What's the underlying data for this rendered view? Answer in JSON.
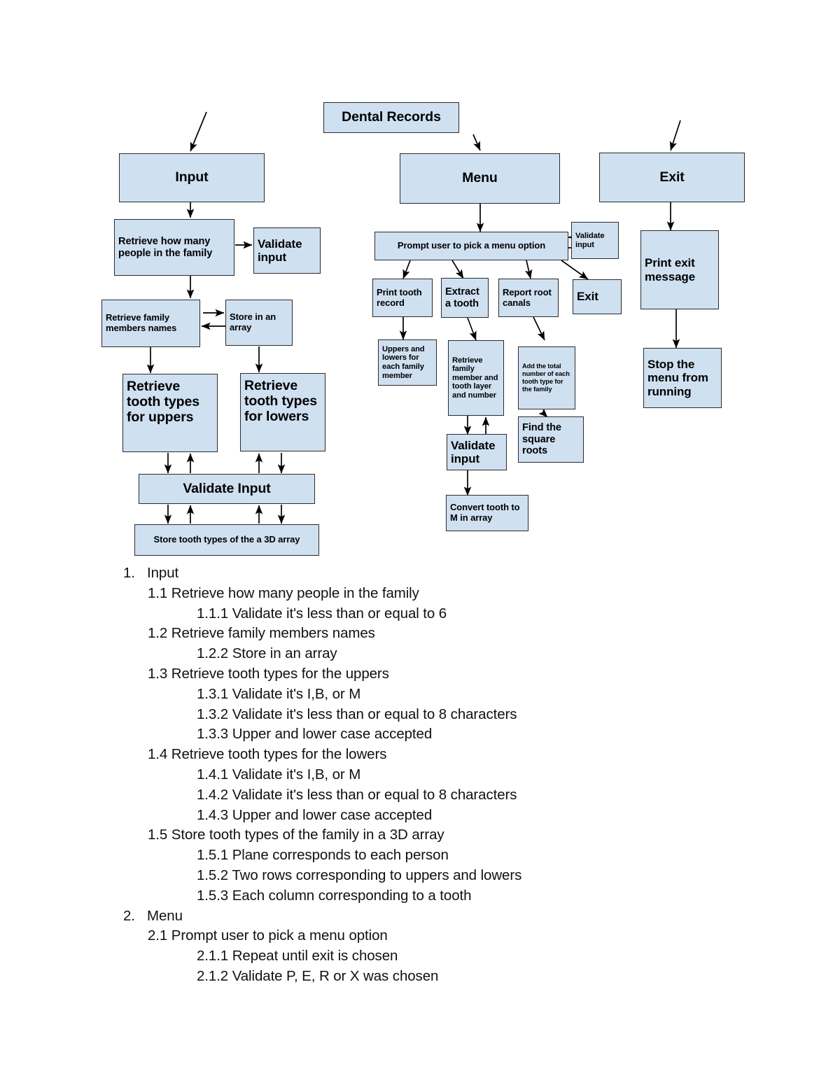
{
  "document": {
    "type": "flowchart-with-outline",
    "title_box": "Dental Records",
    "palette": {
      "box_fill": "#cfe0f1",
      "box_border": "#2b2b2b",
      "arrow": "#000000",
      "page_background": "#ffffff",
      "text": "#000000"
    }
  },
  "diagram": {
    "nodes": {
      "dental_records": "Dental Records",
      "input": "Input",
      "menu": "Menu",
      "exit_top": "Exit",
      "retrieve_how_many": "Retrieve how many people in the family",
      "validate_input_1": "Validate input",
      "retrieve_family_names": "Retrieve family members names",
      "store_in_array": "Store in an array",
      "retrieve_uppers": "Retrieve tooth types for uppers",
      "retrieve_lowers": "Retrieve tooth types for lowers",
      "validate_input_2": "Validate Input",
      "store_3d_array": "Store tooth types of the a 3D array",
      "prompt_user": "Prompt user to pick a menu option",
      "validate_input_menu": "Validate input",
      "print_tooth_record": "Print tooth record",
      "extract_a_tooth": "Extract a tooth",
      "report_root_canals": "Report root canals",
      "exit_option": "Exit",
      "uppers_and_lowers": "Uppers and lowers for each family member",
      "retrieve_member_tooth": "Retrieve family member and tooth layer and number",
      "add_total_number": "Add the total number of each tooth type for the family",
      "validate_input_3": "Validate input",
      "find_square_roots": "Find the square roots",
      "convert_tooth_m": "Convert tooth to M in array",
      "print_exit_message": "Print exit message",
      "stop_menu_running": "Stop the menu from running"
    }
  },
  "outline": {
    "rows": [
      {
        "level": 1,
        "num": "1.",
        "text": "Input"
      },
      {
        "level": 2,
        "num": "1.1",
        "text": "Retrieve how many people in the family"
      },
      {
        "level": 3,
        "num": "1.1.1",
        "text": "Validate it's less than or equal to 6"
      },
      {
        "level": 2,
        "num": "1.2",
        "text": "Retrieve family members names"
      },
      {
        "level": 3,
        "num": "1.2.2",
        "text": "Store in an array"
      },
      {
        "level": 2,
        "num": "1.3",
        "text": "Retrieve tooth types for the uppers"
      },
      {
        "level": 3,
        "num": "1.3.1",
        "text": "Validate it's I,B, or M"
      },
      {
        "level": 3,
        "num": "1.3.2",
        "text": "Validate it's less than or equal to 8 characters"
      },
      {
        "level": 3,
        "num": "1.3.3",
        "text": "Upper and lower case accepted"
      },
      {
        "level": 2,
        "num": "1.4",
        "text": "Retrieve tooth types for the lowers"
      },
      {
        "level": 3,
        "num": "1.4.1",
        "text": "Validate it's I,B, or M"
      },
      {
        "level": 3,
        "num": "1.4.2",
        "text": "Validate it's less than or equal to 8 characters"
      },
      {
        "level": 3,
        "num": "1.4.3",
        "text": "Upper and lower case accepted"
      },
      {
        "level": 2,
        "num": "1.5",
        "text": "Store tooth types of the family in a 3D array"
      },
      {
        "level": 3,
        "num": "1.5.1",
        "text": "Plane corresponds to each person"
      },
      {
        "level": 3,
        "num": "1.5.2",
        "text": "Two rows corresponding to uppers and lowers"
      },
      {
        "level": 3,
        "num": "1.5.3",
        "text": "Each column corresponding to a tooth"
      },
      {
        "level": 1,
        "num": "2.",
        "text": "Menu"
      },
      {
        "level": 2,
        "num": "2.1",
        "text": "Prompt user to pick a menu option"
      },
      {
        "level": 3,
        "num": "2.1.1",
        "text": "Repeat until exit is chosen"
      },
      {
        "level": 3,
        "num": "2.1.2",
        "text": "Validate P, E, R or X was chosen"
      }
    ]
  }
}
